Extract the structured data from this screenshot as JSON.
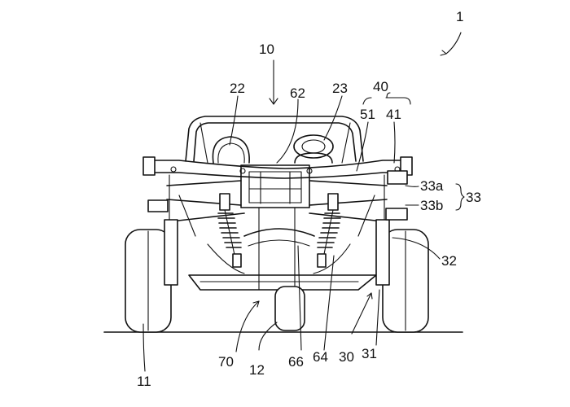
{
  "figure": {
    "labels": {
      "fig": "1",
      "vehicle": "10",
      "seat_left": "22",
      "seat_right": "23",
      "group": "40",
      "part51": "51",
      "part41": "41",
      "part62": "62",
      "part33a": "33a",
      "part33b": "33b",
      "part33": "33",
      "part32": "32",
      "part11": "11",
      "part70": "70",
      "part12": "12",
      "part66": "66",
      "part64": "64",
      "part30": "30",
      "part31": "31"
    },
    "colors": {
      "ink": "#111111",
      "background": "#ffffff"
    }
  }
}
